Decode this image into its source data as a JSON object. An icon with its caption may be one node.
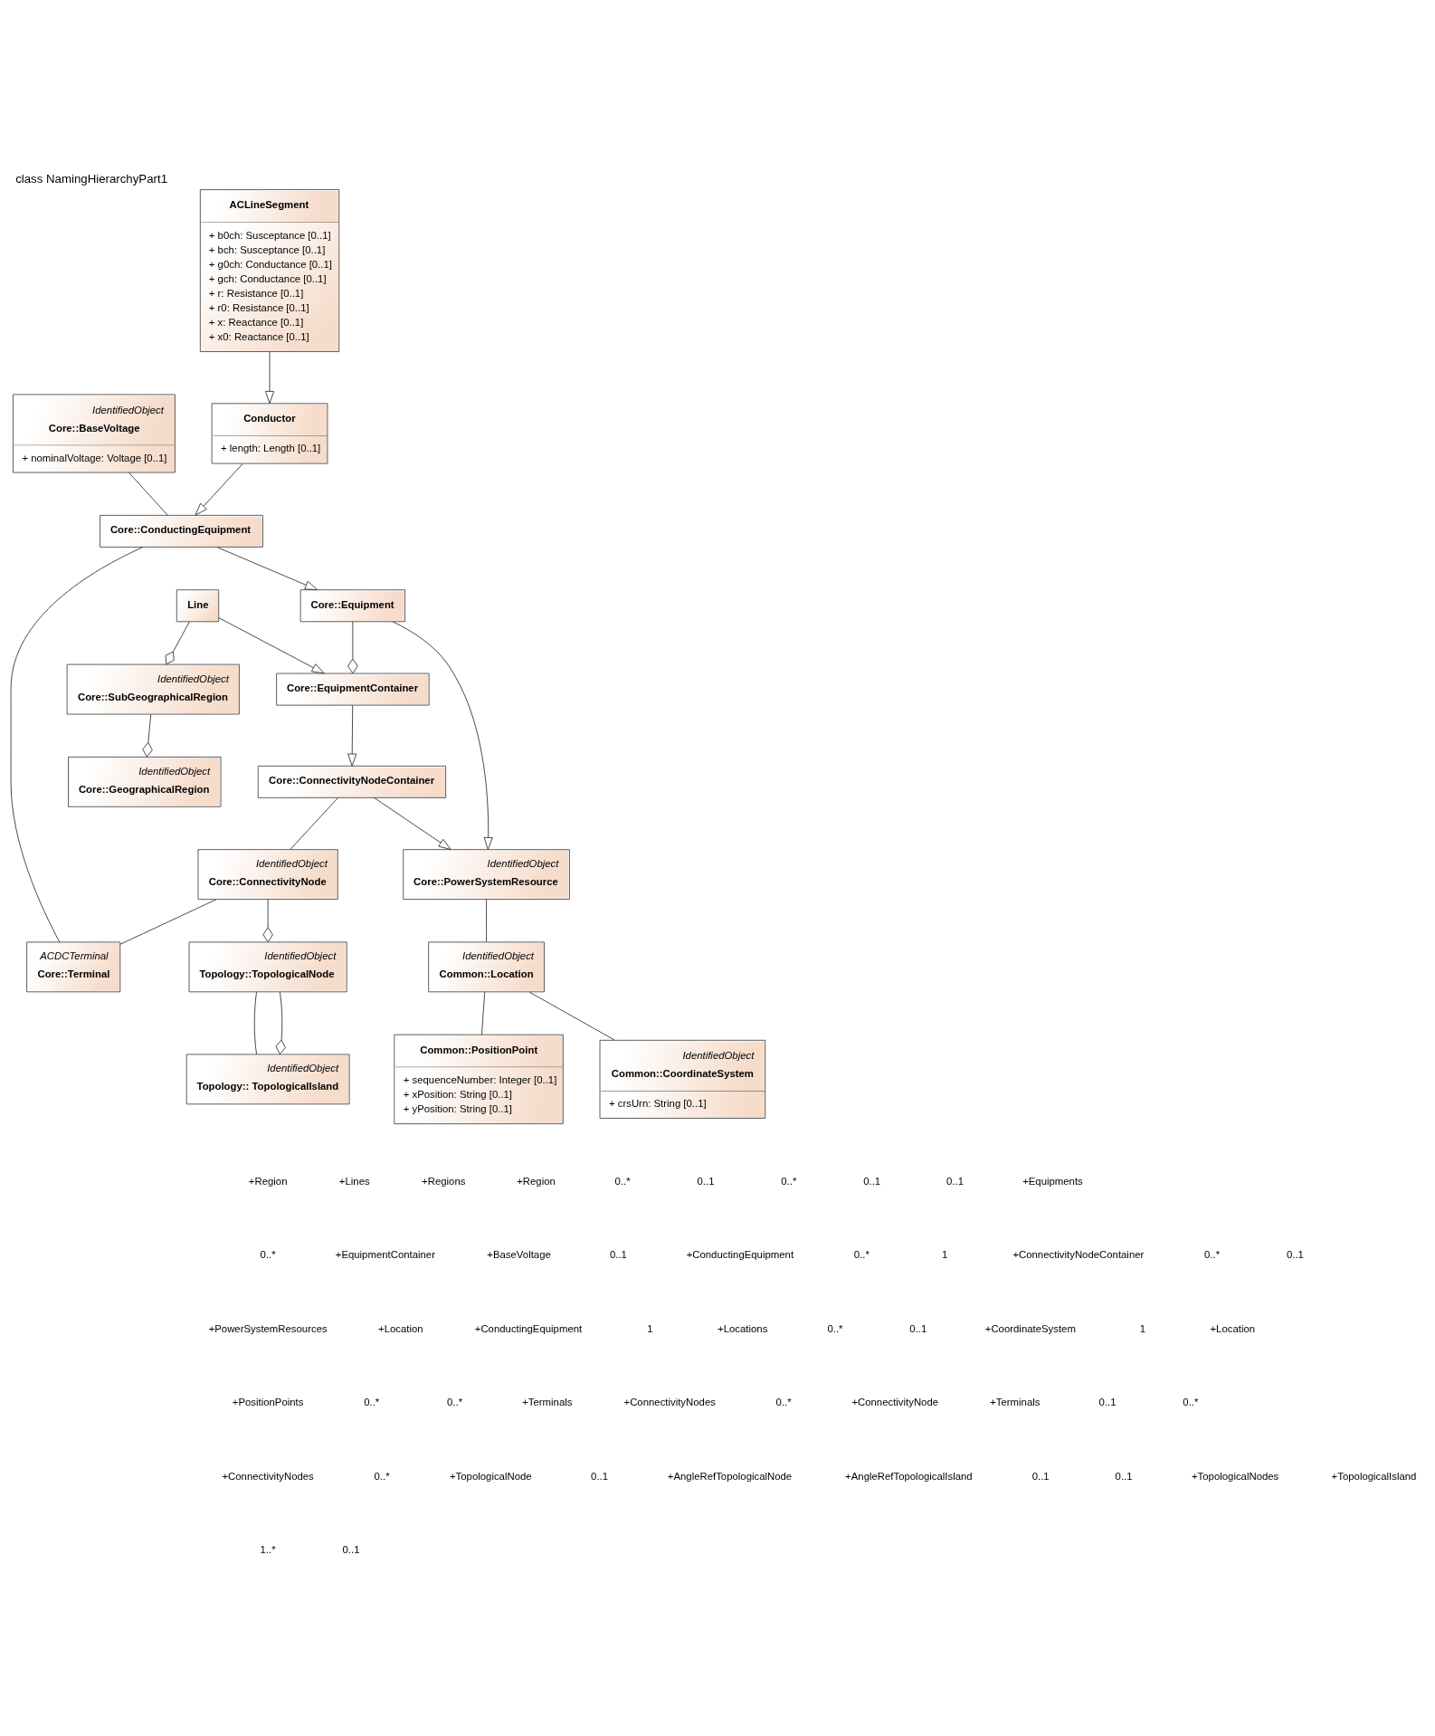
{
  "diagram": {
    "title": "class NamingHierarchyPart1",
    "nodes": [
      {
        "text": [
          "Line"
        ]
      },
      {
        "text": [
          "IdentifiedObject",
          "Core::SubGeographicalRegion"
        ]
      },
      {
        "text": [
          "IdentifiedObject",
          "Core::GeographicalRegion"
        ]
      },
      {
        "text": [
          "Core::EquipmentContainer"
        ]
      },
      {
        "text": [
          "Core::Equipment"
        ]
      },
      {
        "text": [
          "IdentifiedObject",
          "Core::BaseVoltage",
          "+ nominalVoltage: Voltage [0..1]"
        ]
      },
      {
        "text": [
          "Core::ConnectivityNodeContainer"
        ]
      },
      {
        "text": [
          "IdentifiedObject",
          "Core::PowerSystemResource"
        ]
      },
      {
        "text": [
          "Core::ConductingEquipment"
        ]
      },
      {
        "text": [
          "IdentifiedObject",
          "Common::Location"
        ]
      },
      {
        "text": [
          "IdentifiedObject",
          "Common::CoordinateSystem",
          "+ crsUrn: String [0..1]"
        ]
      },
      {
        "text": [
          "Common::PositionPoint",
          "+ sequenceNumber: Integer [0..1]",
          "+ xPosition: String [0..1]",
          "+ yPosition: String [0..1]"
        ]
      },
      {
        "text": [
          "Conductor",
          "+ length: Length [0..1]"
        ]
      },
      {
        "text": [
          "ACLineSegment",
          "+ b0ch: Susceptance [0..1]",
          "+ bch: Susceptance [0..1]",
          "+ g0ch: Conductance [0..1]",
          "+ gch: Conductance [0..1]",
          "+ r: Resistance [0..1]",
          "+ r0: Resistance [0..1]",
          "+ x: Reactance [0..1]",
          "+ x0: Reactance [0..1]"
        ]
      },
      {
        "text": [
          "IdentifiedObject",
          "Core::ConnectivityNode"
        ]
      },
      {
        "text": [
          "ACDCTerminal",
          "Core::Terminal"
        ]
      },
      {
        "text": [
          "IdentifiedObject",
          "Topology::TopologicalNode"
        ]
      },
      {
        "text": [
          "IdentifiedObject",
          "Topology:: TopologicalIsland"
        ]
      }
    ],
    "edges": [
      {
        "from": 0,
        "to": 1,
        "arrow": "other"
      },
      {
        "from": 1,
        "to": 2,
        "arrow": "other"
      },
      {
        "from": 0,
        "to": 3,
        "arrow": "to"
      },
      {
        "from": 4,
        "to": 3,
        "arrow": "other"
      },
      {
        "from": 3,
        "to": 6,
        "arrow": "to"
      },
      {
        "from": 4,
        "to": 7,
        "arrow": "to"
      },
      {
        "from": 8,
        "to": 4,
        "arrow": "to"
      },
      {
        "from": 5,
        "to": 8,
        "arrow": "none"
      },
      {
        "from": 6,
        "to": 7,
        "arrow": "to"
      },
      {
        "from": 7,
        "to": 9,
        "arrow": "none"
      },
      {
        "from": 9,
        "to": 10,
        "arrow": "none"
      },
      {
        "from": 9,
        "to": 11,
        "arrow": "none"
      },
      {
        "from": 8,
        "to": 15,
        "arrow": "none"
      },
      {
        "from": 12,
        "to": 8,
        "arrow": "to"
      },
      {
        "from": 13,
        "to": 12,
        "arrow": "to"
      },
      {
        "from": 6,
        "to": 14,
        "arrow": "none"
      },
      {
        "from": 14,
        "to": 15,
        "arrow": "none"
      },
      {
        "from": 14,
        "to": 16,
        "arrow": "other"
      },
      {
        "from": 16,
        "to": 17,
        "arrow": "none"
      },
      {
        "from": 16,
        "to": 17,
        "arrow": "other"
      }
    ],
    "labels": [
      "+Region",
      "+Lines",
      "+Regions",
      "+Region",
      "0..*",
      "0..1",
      "0..*",
      "0..1",
      "0..1",
      "+Equipments",
      "0..*",
      "+EquipmentContainer",
      "+BaseVoltage",
      "0..1",
      "+ConductingEquipment",
      "0..*",
      "1",
      "+ConnectivityNodeContainer",
      "0..*",
      "0..1",
      "+PowerSystemResources",
      "+Location",
      "+ConductingEquipment",
      "1",
      "+Locations",
      "0..*",
      "0..1",
      "+CoordinateSystem",
      "1",
      "+Location",
      "+PositionPoints",
      "0..*",
      "0..*",
      "+Terminals",
      "+ConnectivityNodes",
      "0..*",
      "+ConnectivityNode",
      "+Terminals",
      "0..1",
      "0..*",
      "+ConnectivityNodes",
      "0..*",
      "+TopologicalNode",
      "0..1",
      "+AngleRefTopologicalNode",
      "+AngleRefTopologicalIsland",
      "0..1",
      "0..1",
      "+TopologicalNodes",
      "+TopologicalIsland",
      "1..*",
      "0..1"
    ]
  }
}
